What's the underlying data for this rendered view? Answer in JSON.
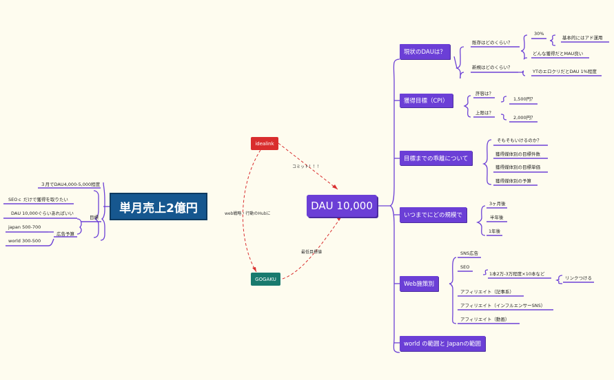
{
  "central": "DAU 10,000",
  "left_title": "単月売上2億円",
  "left_branch": "目標",
  "left_items": {
    "dau_goal": "３月でDAU4,000-5,000程度",
    "seo": "SEOｃ だけで獲得を取りたい",
    "dau10k": "DAU 10,000ぐらいあればいい",
    "ad_budget": "広告予算",
    "japan": "japan 500-700",
    "world": "world 300-500"
  },
  "floating": {
    "idealink": "idealink",
    "gogaku": "GOGAKU",
    "rel_commit": "コミット！！！",
    "rel_strategy": "web戦略・行動のHubに",
    "rel_minimum": "最低目標値"
  },
  "topics": {
    "current": "現状のDAUは？",
    "target": "獲得目標（CPI）",
    "distance": "目標までの乖離について",
    "when": "いつまでにどの規模で",
    "web": "Web施策別",
    "world": "world の範囲と Japanの範囲"
  },
  "current": {
    "existing_q": "既存はどのくらい？",
    "pct": "30%",
    "pct_note": "基本的にはアド運用",
    "existing_other": "どんな獲得だとMAU良い",
    "new_q": "新規はどのくらい？",
    "new_a": "YTのエロクリだとDAU 1%程度"
  },
  "target": {
    "allowed_q": "許容は？",
    "allowed_a": "1,500円？",
    "max_q": "上限は？",
    "max_a": "2,000円？"
  },
  "distance": [
    "そもそもいけるのか？",
    "獲得媒体別の目標件数",
    "獲得媒体別の目標単価",
    "獲得媒体別の予算"
  ],
  "when": [
    "3ヶ月後",
    "半年後",
    "1年後"
  ],
  "web": {
    "sns_ad": "SNS広告",
    "seo": "SEO",
    "seo_plan": "1本2万-3万程度×10本など",
    "seo_link": "リンクつける",
    "aff1": "アフィリエイト（記事系）",
    "aff2": "アフィリエイト（インフルエンサーSNS）",
    "aff3": "アフィリエイト（動画）"
  },
  "colors": {
    "accent": "#6b3fd6",
    "left": "#16578f",
    "red": "#d92d2d",
    "teal": "#197a6e",
    "bg": "#fefcef"
  }
}
